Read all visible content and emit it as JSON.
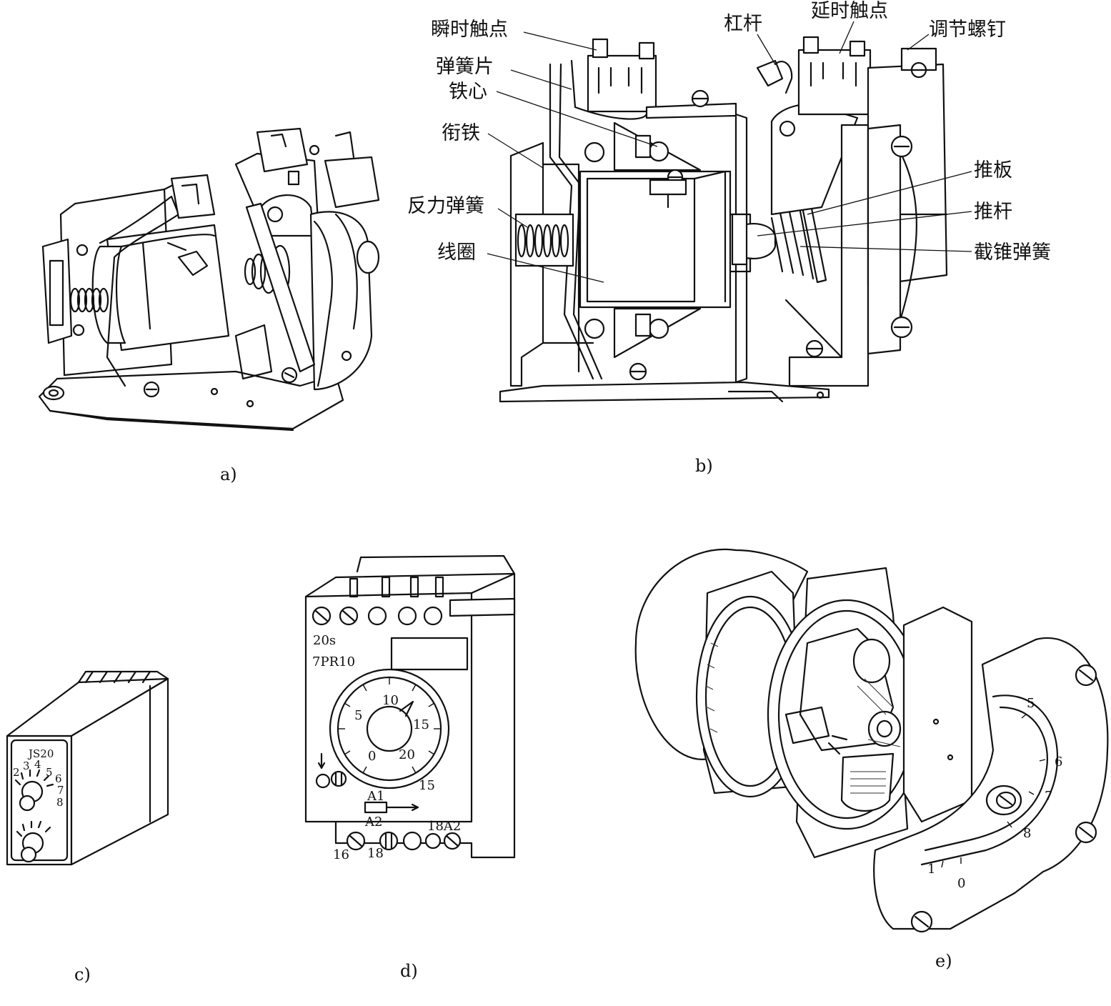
{
  "captions": {
    "a": "a)",
    "b": "b)",
    "c": "c)",
    "d": "d)",
    "e": "e)"
  },
  "labels_b": {
    "instant_contact": "瞬时触点",
    "spring_plate": "弹簧片",
    "iron_core": "铁心",
    "armature": "衔铁",
    "reaction_spring": "反力弹簧",
    "coil": "线圈",
    "lever": "杠杆",
    "delay_contact": "延时触点",
    "adjust_screw": "调节螺钉",
    "push_plate": "推板",
    "push_rod": "推杆",
    "conical_spring": "截锥弹簧"
  },
  "device_c": {
    "model": "JS20",
    "dial_marks": [
      "2",
      "3",
      "4",
      "5",
      "6",
      "7",
      "8"
    ]
  },
  "device_d": {
    "range": "20s",
    "model": "7PR10",
    "dial_marks": [
      "10",
      "5",
      "15",
      "0",
      "20",
      "15"
    ],
    "terminal_a1": "A1",
    "terminal_a2": "A2",
    "terminal_18a2": "18A2",
    "terminal_16": "16",
    "terminal_18": "18"
  },
  "device_e": {
    "scale_marks": [
      "5",
      "6",
      "7",
      "8",
      "1",
      "0"
    ]
  }
}
